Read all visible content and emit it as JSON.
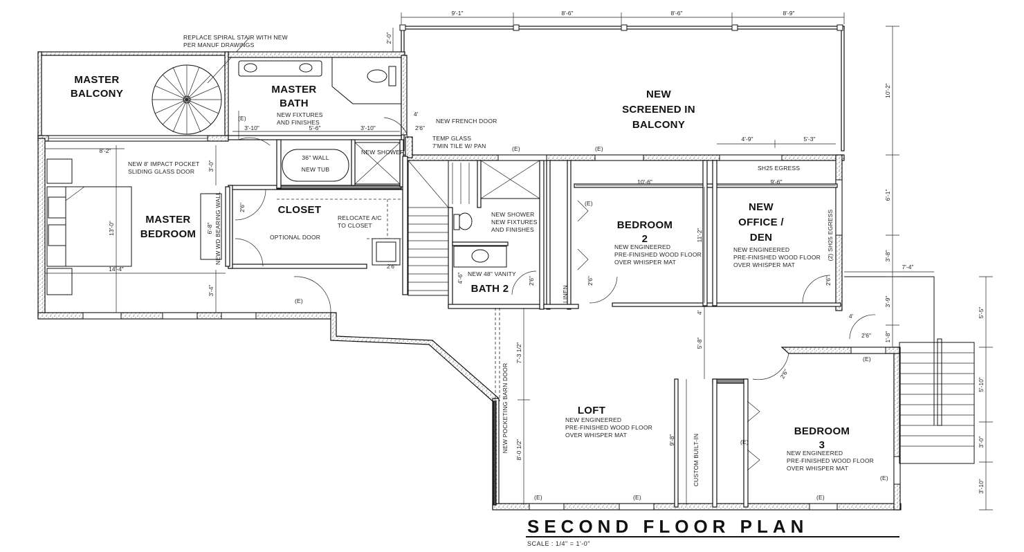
{
  "title": "SECOND FLOOR PLAN",
  "scale": "SCALE : 1/4\" = 1'-0\"",
  "rooms": {
    "master_balcony": [
      "MASTER",
      "BALCONY"
    ],
    "master_bath": [
      "MASTER",
      "BATH"
    ],
    "screened_balcony": [
      "NEW",
      "SCREENED IN",
      "BALCONY"
    ],
    "closet": "CLOSET",
    "master_bedroom": [
      "MASTER",
      "BEDROOM"
    ],
    "bedroom2": [
      "BEDROOM",
      "2"
    ],
    "office": [
      "NEW",
      "OFFICE /",
      "DEN"
    ],
    "bath2": "BATH 2",
    "loft": "LOFT",
    "bedroom3": [
      "BEDROOM",
      "3"
    ]
  },
  "notes": {
    "spiral_stair": [
      "REPLACE SPIRAL STAIR WITH NEW",
      "PER MANUF DRAWINGS"
    ],
    "bath_fixtures": [
      "NEW FIXTURES",
      "AND FINISHES"
    ],
    "french_door": "NEW FRENCH DOOR",
    "temp_glass": [
      "TEMP GLASS",
      "7'MIN TILE W/ PAN"
    ],
    "new_shower": "NEW SHOWER",
    "wall_tub": [
      "36\" WALL",
      "NEW TUB"
    ],
    "pocket_door": [
      "NEW 8' IMPACT POCKET",
      "SLIDING GLASS DOOR"
    ],
    "relocate_ac": [
      "RELOCATE A/C",
      "TO CLOSET"
    ],
    "optional_door": "OPTIONAL DOOR",
    "bearing_wall": "NEW WD BEARING WALL",
    "shower_bath2": [
      "NEW SHOWER",
      "NEW FIXTURES",
      "AND FINISHES"
    ],
    "vanity": "NEW 48\" VANITY",
    "linen": "LINEN",
    "egress_sh25": "SH25 EGRESS",
    "egress_2sh25": "(2) SH25 EGRESS",
    "floor_b2": [
      "NEW ENGINEERED",
      "PRE-FINISHED WOOD FLOOR",
      "OVER WHISPER MAT"
    ],
    "floor_office": [
      "NEW ENGINEERED",
      "PRE-FINISHED WOOD FLOOR",
      "OVER WHISPER MAT"
    ],
    "floor_loft": [
      "NEW ENGINEERED",
      "PRE-FINISHED WOOD FLOOR",
      "OVER WHISPER MAT"
    ],
    "floor_b3": [
      "NEW ENGINEERED",
      "PRE-FINISHED WOOD FLOOR",
      "OVER WHISPER MAT"
    ],
    "barn_door": "NEW POCKETING BARN DOOR",
    "custom_builtin": "CUSTOM BUILT-IN",
    "existing_tag": "(E)"
  },
  "dimensions": {
    "top": [
      "9'-1\"",
      "8'-6\"",
      "8'-6\"",
      "8'-9\""
    ],
    "left_top": "2'-0\"",
    "right": [
      "10'-2\"",
      "6'-1\"",
      "3'-8\"",
      "3'-9\"",
      "1'-8\"",
      "5'-5\"",
      "5'-10\"",
      "3'-0\"",
      "3'-10\""
    ],
    "porch": "7'-4\"",
    "master_bedroom_depth": "13'-0\"",
    "master_bedroom_width": "14'-4\"",
    "door_8_2": "8'-2\"",
    "d_3_0": "3'-0\"",
    "d_3_4": "3'-4\"",
    "d_6_8": "6'-8\"",
    "bath_run": [
      "3'-10\"",
      "5'-6\"",
      "3'-10\""
    ],
    "door_26": "2'6\"",
    "door_4": "4'",
    "d_4_9": "4'-9\"",
    "d_5_3": "5'-3\"",
    "d_10_6": "10'-6\"",
    "d_9_6": "9'-6\"",
    "d_11_2": "11'-2\"",
    "d_4_6": "4'-6\"",
    "loft_upper": "7'-3 1/2\"",
    "loft_lower": "8'-0 1/2\"",
    "d_5_8": "5'-8\"",
    "d_9_8": "9'-8\"",
    "d_4": "4'"
  }
}
